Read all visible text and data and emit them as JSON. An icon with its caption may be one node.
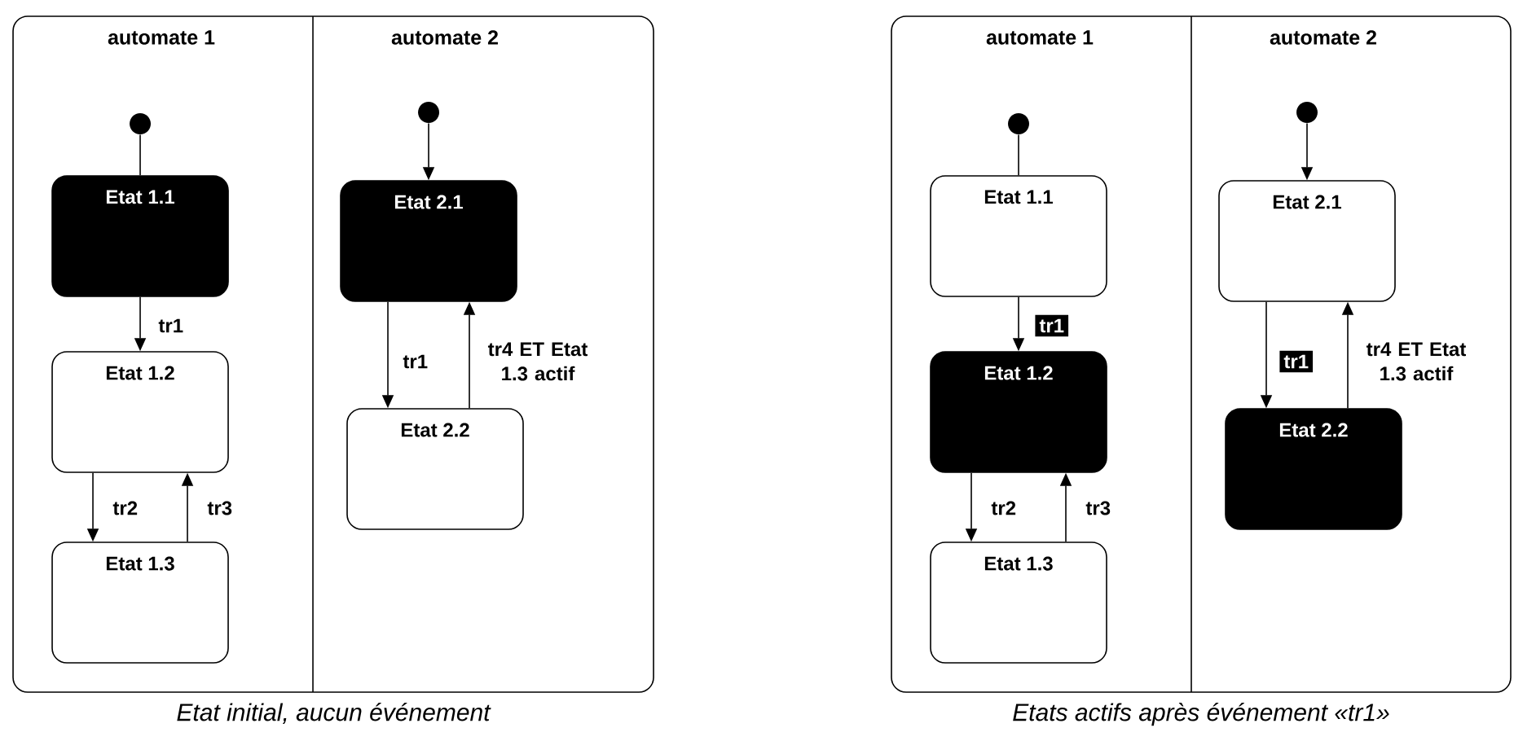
{
  "diagram": {
    "nodes": [
      {
        "text": [
          "automate 1"
        ]
      },
      {
        "text": [
          "automate 2"
        ]
      },
      {
        "text": [],
        "shape": "circle",
        "in": 0
      },
      {
        "text": [
          "Etat 1.1"
        ],
        "in": 0
      },
      {
        "text": [
          "Etat 1.2"
        ],
        "in": 0
      },
      {
        "text": [
          "Etat 1.3"
        ],
        "in": 0
      },
      {
        "text": [],
        "shape": "circle",
        "in": 1
      },
      {
        "text": [
          "Etat 2.1"
        ],
        "in": 1
      },
      {
        "text": [
          "Etat 2.2"
        ],
        "in": 1
      },
      {
        "text": [
          "automate 1"
        ]
      },
      {
        "text": [
          "automate 2"
        ]
      },
      {
        "text": [],
        "shape": "circle",
        "in": 9
      },
      {
        "text": [
          "Etat 1.1"
        ],
        "in": 9
      },
      {
        "text": [
          "Etat 1.2"
        ],
        "in": 9
      },
      {
        "text": [
          "Etat 1.3"
        ],
        "in": 9
      },
      {
        "text": [],
        "shape": "circle",
        "in": 10
      },
      {
        "text": [
          "Etat 2.1"
        ],
        "in": 10
      },
      {
        "text": [
          "Etat 2.2"
        ],
        "in": 10
      }
    ],
    "edges": [
      {
        "from": 2,
        "to": 3,
        "arrow": "none"
      },
      {
        "from": 3,
        "to": 4,
        "arrow": "to",
        "label": "tr1"
      },
      {
        "from": 4,
        "to": 5,
        "arrow": "to",
        "label": "tr2"
      },
      {
        "from": 5,
        "to": 4,
        "arrow": "to",
        "label": "tr3"
      },
      {
        "from": 6,
        "to": 7,
        "arrow": "to"
      },
      {
        "from": 7,
        "to": 8,
        "arrow": "to",
        "label": "tr1"
      },
      {
        "from": 8,
        "to": 7,
        "arrow": "to",
        "label": "tr4 ET Etat 1.3 actif"
      },
      {
        "from": 11,
        "to": 12,
        "arrow": "none"
      },
      {
        "from": 12,
        "to": 13,
        "arrow": "to",
        "label": "tr1"
      },
      {
        "from": 13,
        "to": 14,
        "arrow": "to",
        "label": "tr2"
      },
      {
        "from": 14,
        "to": 13,
        "arrow": "to",
        "label": "tr3"
      },
      {
        "from": 15,
        "to": 16,
        "arrow": "to"
      },
      {
        "from": 16,
        "to": 17,
        "arrow": "to",
        "label": "tr1"
      },
      {
        "from": 17,
        "to": 16,
        "arrow": "to",
        "label": "tr4 ET Etat 1.3 actif"
      }
    ],
    "labels": [
      "Etat initial, aucun événement",
      "Etats actifs après événement «tr1»"
    ]
  }
}
